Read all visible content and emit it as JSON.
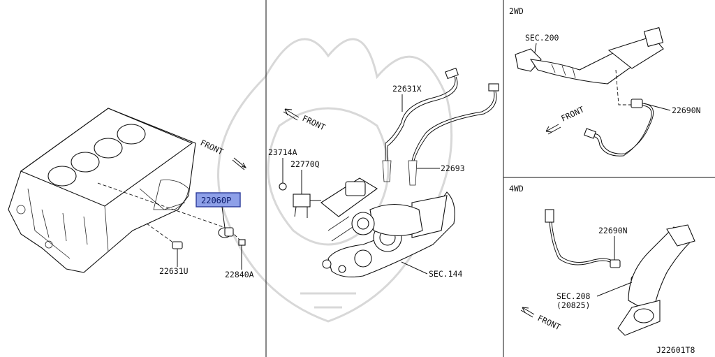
{
  "colors": {
    "line": "#111111",
    "highlight_fill": "#8ea0e8",
    "highlight_border": "#2a3a9a",
    "watermark": "#d8d8d8"
  },
  "diagram_code": "J22601T8",
  "left_panel": {
    "front_label": "FRONT",
    "parts": {
      "knock_sensor": "22060P",
      "sensor_bottom": "22631U",
      "bolt": "22840A"
    }
  },
  "middle_panel": {
    "front_label": "FRONT",
    "parts": {
      "harness": "22631X",
      "clip": "23714A",
      "sensor_bracket": "22770Q",
      "o2_sensor": "22693",
      "exhaust_ref": "SEC.144"
    }
  },
  "right_panel": {
    "twowd": {
      "title": "2WD",
      "ref": "SEC.200",
      "part": "22690N",
      "front_label": "FRONT"
    },
    "fourwd": {
      "title": "4WD",
      "part": "22690N",
      "ref": "SEC.208",
      "ref_sub": "(20825)",
      "front_label": "FRONT"
    }
  }
}
